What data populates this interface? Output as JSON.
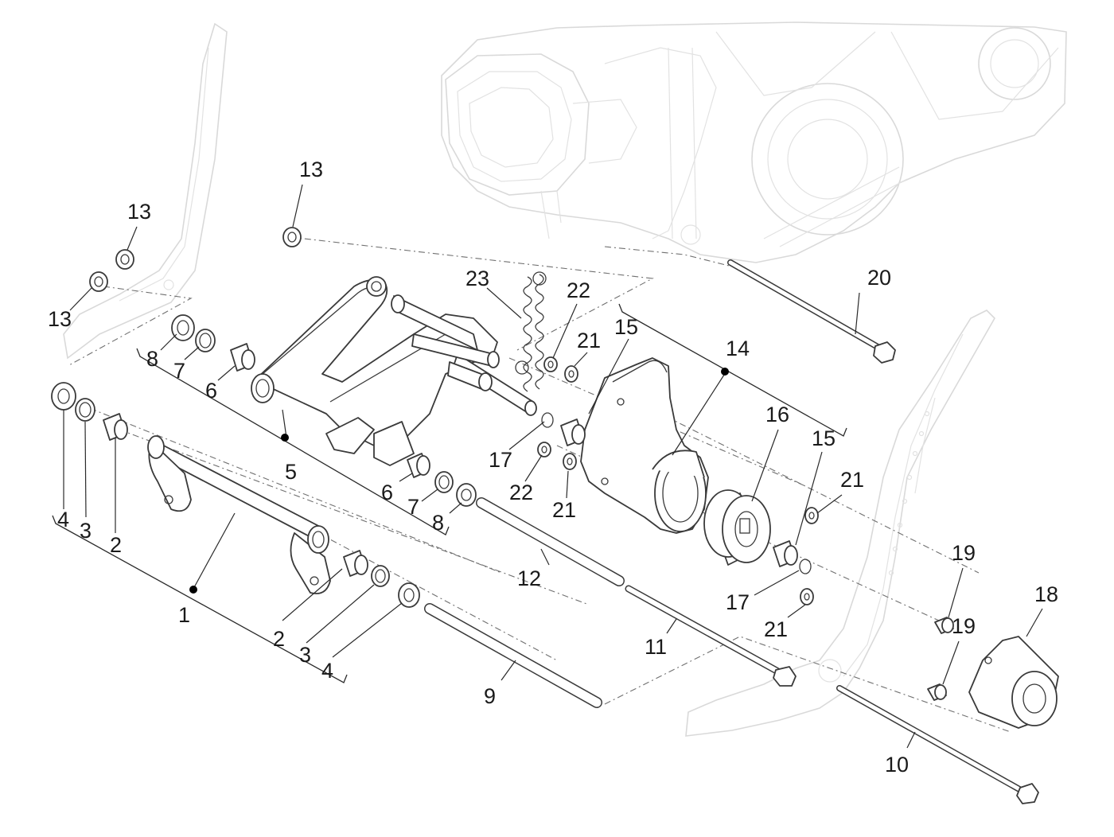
{
  "callouts": {
    "c1": "1",
    "c2a": "2",
    "c2b": "2",
    "c3a": "3",
    "c3b": "3",
    "c4a": "4",
    "c4b": "4",
    "c5": "5",
    "c6a": "6",
    "c6b": "6",
    "c7a": "7",
    "c7b": "7",
    "c8a": "8",
    "c8b": "8",
    "c9": "9",
    "c10": "10",
    "c11": "11",
    "c12": "12",
    "c13a": "13",
    "c13b": "13",
    "c13c": "13",
    "c14": "14",
    "c15a": "15",
    "c15b": "15",
    "c16": "16",
    "c17a": "17",
    "c17b": "17",
    "c18": "18",
    "c19a": "19",
    "c19b": "19",
    "c20": "20",
    "c21a": "21",
    "c21b": "21",
    "c21c": "21",
    "c21d": "21",
    "c22a": "22",
    "c22b": "22",
    "c23": "23"
  }
}
